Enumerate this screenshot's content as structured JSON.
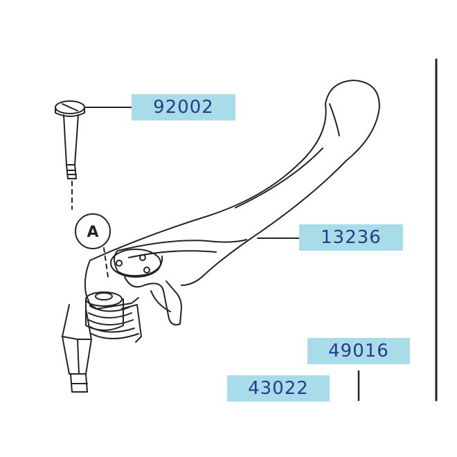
{
  "parts": {
    "screw": {
      "number": "92002"
    },
    "lever": {
      "number": "13236"
    },
    "part_49016": {
      "number": "49016"
    },
    "part_43022": {
      "number": "43022"
    }
  },
  "callout": {
    "letter": "A"
  },
  "colors": {
    "label_background": "#a8dce8",
    "label_text": "#2a3a8c",
    "line_art": "#222222"
  }
}
